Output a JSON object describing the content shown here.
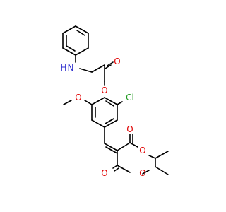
{
  "molecule": {
    "atom_labels": {
      "n_label": "N",
      "h_label": "H",
      "o_amide": "O",
      "o_ether": "O",
      "o_methoxy": "O",
      "cl_label": "Cl",
      "o_carbonyl_top": "O",
      "o_ring_1": "O",
      "o_ring_2": "O",
      "o_carbonyl_bottom": "O"
    },
    "colors": {
      "bond": "#000000",
      "nitrogen": "#3030cf",
      "oxygen": "#e00000",
      "chlorine": "#1f9a1f",
      "background": "#ffffff"
    }
  }
}
